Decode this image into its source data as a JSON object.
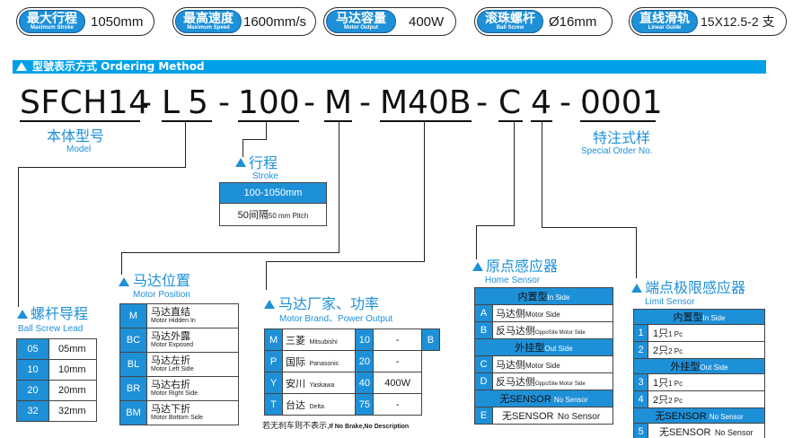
{
  "specs": [
    {
      "cn": "最大行程",
      "en": "Maximum Stroke",
      "value": "1050mm"
    },
    {
      "cn": "最高速度",
      "en": "Maximum Speed",
      "value": "1600mm/s"
    },
    {
      "cn": "马达容量",
      "en": "Motor Output",
      "value": "400W"
    },
    {
      "cn": "滚珠螺杆",
      "en": "Ball Screw",
      "value": "Ø16mm"
    },
    {
      "cn": "直线滑轨",
      "en": "Linear Guide",
      "value": "15X12.5-2 支"
    }
  ],
  "header": {
    "title": "型號表示方式 Ordering Method"
  },
  "code": {
    "p1": "SFCH14",
    "d1": "-",
    "p2": "L5",
    "d2": "-",
    "p3": "100",
    "d3": "-",
    "p4": "M",
    "d4": "-",
    "p5": "M40B",
    "d5": "-",
    "p6": "C",
    "p7": "4",
    "d6": "-",
    "p8": "0001"
  },
  "model": {
    "cn": "本体型号",
    "en": "Model"
  },
  "special": {
    "cn": "特注式样",
    "en": "Special Order No."
  },
  "stroke": {
    "cn": "行程",
    "en": "Stroke",
    "range": "100-1050mm",
    "interval_cn": "50间隔",
    "interval_en": "50 mm Pitch"
  },
  "lead": {
    "cn": "螺杆导程",
    "en": "Ball Screw Lead",
    "rows": [
      [
        "05",
        "05mm"
      ],
      [
        "10",
        "10mm"
      ],
      [
        "20",
        "20mm"
      ],
      [
        "32",
        "32mm"
      ]
    ]
  },
  "position": {
    "cn": "马达位置",
    "en": "Motor Position",
    "rows": [
      {
        "code": "M",
        "cn": "马达直结",
        "en": "Motor Hidden In"
      },
      {
        "code": "BC",
        "cn": "马达外露",
        "en": "Motor Exposed"
      },
      {
        "code": "BL",
        "cn": "马达左折",
        "en": "Motor Left Side"
      },
      {
        "code": "BR",
        "cn": "马达右折",
        "en": "Motor Right Side"
      },
      {
        "code": "BM",
        "cn": "马达下折",
        "en": "Motor Bottom Side"
      }
    ]
  },
  "brand": {
    "cn": "马达厂家、功率",
    "en": "Motor Brand、Power Output",
    "rows": [
      {
        "code": "M",
        "cn": "三菱",
        "en": "Mitsubishi",
        "num": "10",
        "power": "-"
      },
      {
        "code": "P",
        "cn": "国际",
        "en": "Panasonic",
        "num": "20",
        "power": "-"
      },
      {
        "code": "Y",
        "cn": "安川",
        "en": "Yaskawa",
        "num": "40",
        "power": "400W"
      },
      {
        "code": "T",
        "cn": "台达",
        "en": "Delta",
        "num": "75",
        "power": "-"
      }
    ],
    "brake_code": "B",
    "note_cn": "若无刹车则不表示,",
    "note_en": "If No Brake,No Description"
  },
  "home": {
    "cn": "原点感应器",
    "en": "Home Sensor",
    "h1_cn": "内置型",
    "h1_en": "In Side",
    "rows1": [
      {
        "code": "A",
        "cn": "马达侧",
        "en": "Motor Side"
      },
      {
        "code": "B",
        "cn": "反马达侧",
        "en": "OppoSite Motor Side"
      }
    ],
    "h2_cn": "外挂型",
    "h2_en": "Out Side",
    "rows2": [
      {
        "code": "C",
        "cn": "马达侧",
        "en": "Motor Side"
      },
      {
        "code": "D",
        "cn": "反马达侧",
        "en": "OppoSite Motor Side"
      }
    ],
    "h3_cn": "无SENSOR",
    "h3_en": "No Sensor",
    "rows3": [
      {
        "code": "E",
        "cn": "无SENSOR",
        "en": "No Sensor"
      }
    ]
  },
  "limit": {
    "cn": "端点极限感应器",
    "en": "Limit Sensor",
    "h1_cn": "内置型",
    "h1_en": "In Side",
    "rows1": [
      {
        "code": "1",
        "cn": "1只",
        "en": "1 Pc"
      },
      {
        "code": "2",
        "cn": "2只",
        "en": "2 Pc"
      }
    ],
    "h2_cn": "外挂型",
    "h2_en": "Out Side",
    "rows2": [
      {
        "code": "3",
        "cn": "1只",
        "en": "1 Pc"
      },
      {
        "code": "4",
        "cn": "2只",
        "en": "2 Pc"
      }
    ],
    "h3_cn": "无SENSOR",
    "h3_en": "No Sensor",
    "rows3": [
      {
        "code": "5",
        "cn": "无SENSOR",
        "en": "No Sensor"
      }
    ]
  },
  "colors": {
    "accent": "#1e90d8",
    "bar": "#00a0e9"
  }
}
